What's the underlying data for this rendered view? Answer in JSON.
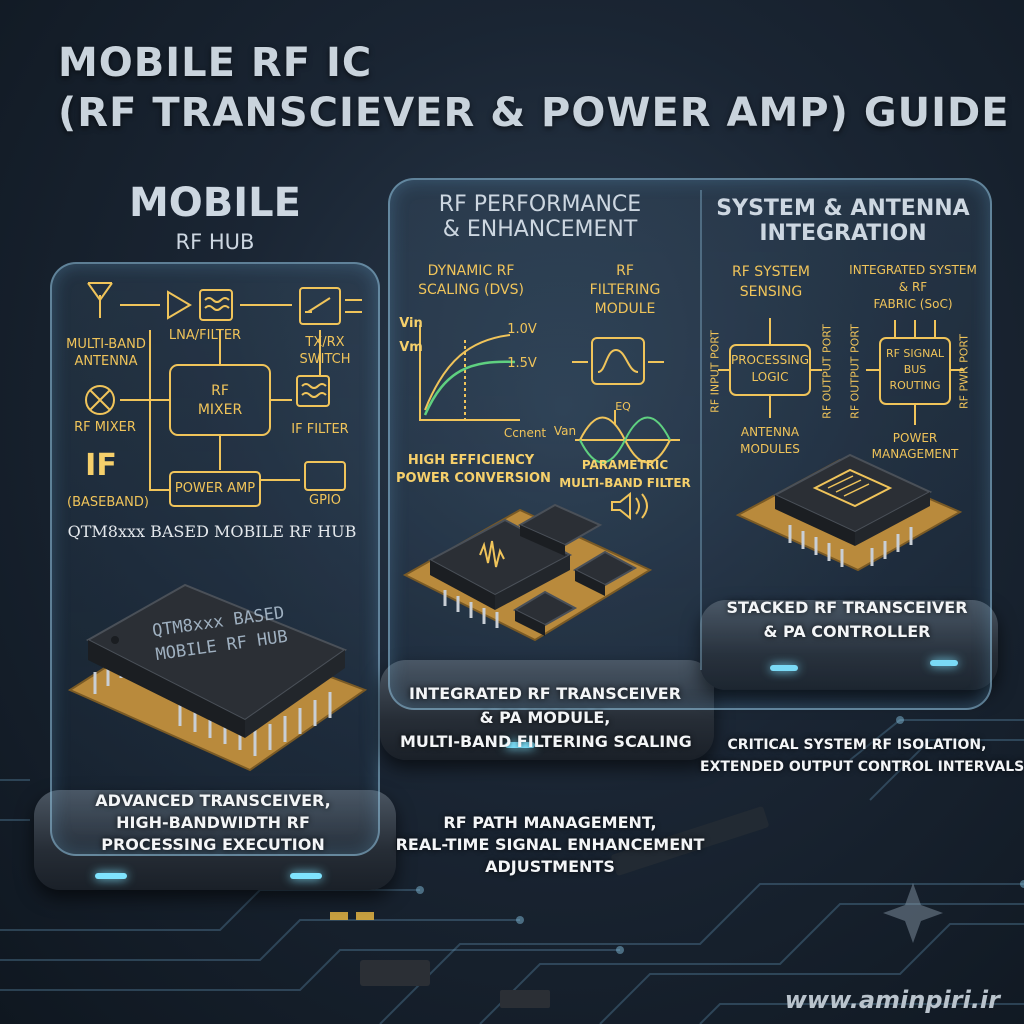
{
  "title": {
    "line1": "MOBILE RF IC",
    "line2": "(RF TRANSCIEVER & POWER AMP) GUIDE"
  },
  "panel_left": {
    "heading": "MOBILE",
    "subheading": "RF HUB",
    "blocks": {
      "antenna": "MULTI-BAND\nANTENNA",
      "lna": "LNA/FILTER",
      "switch": "TX/RX\nSWITCH",
      "mixer_center": "RF\nMIXER",
      "rf_mixer": "RF MIXER",
      "if_filter": "IF FILTER",
      "if": "IF",
      "baseband": "(BASEBAND)",
      "power_amp": "POWER AMP",
      "gpio": "GPIO"
    },
    "hub_label": "QTM8xxx BASED MOBILE RF HUB",
    "chip_label": "QTM8xxx BASED\nMOBILE RF HUB",
    "caption": "ADVANCED TRANSCEIVER,\nHIGH-BANDWIDTH RF\nPROCESSING EXECUTION"
  },
  "panel_mid": {
    "heading": "RF PERFORMANCE\n& ENHANCEMENT",
    "dvs": {
      "title": "DYNAMIC RF\nSCALING (DVS)",
      "y1": "Vin",
      "y2": "Vm",
      "v1": "1.0V",
      "v2": "1.5V",
      "x": "Ccnent",
      "caption": "HIGH EFFICIENCY\nPOWER CONVERSION"
    },
    "filter": {
      "title": "RF\nFILTERING\nMODULE",
      "eq": "EQ",
      "y": "Van",
      "caption": "PARAMETRIC\nMULTI-BAND FILTER"
    },
    "caption_top": "INTEGRATED RF TRANSCEIVER\n& PA MODULE,\nMULTI-BAND FILTERING SCALING",
    "caption_bottom": "RF PATH MANAGEMENT,\nREAL-TIME SIGNAL ENHANCEMENT\nADJUSTMENTS"
  },
  "panel_right": {
    "heading": "SYSTEM & ANTENNA\nINTEGRATION",
    "sensing": {
      "title": "RF SYSTEM\nSENSING",
      "box": "PROCESSING\nLOGIC",
      "in_port": "RF INPUT PORT",
      "out_port": "RF OUTPUT PORT",
      "bottom": "ANTENNA\nMODULES"
    },
    "fabric": {
      "title": "INTEGRATED SYSTEM\n& RF\nFABRIC (SoC)",
      "box": "RF SIGNAL\nBUS\nROUTING",
      "out_port": "RF OUTPUT PORT",
      "pwr_port": "RF PWR PORT",
      "bottom": "POWER\nMANAGEMENT"
    },
    "caption_top": "STACKED RF TRANSCEIVER\n& PA CONTROLLER",
    "caption_bottom": "CRITICAL SYSTEM RF ISOLATION,\nEXTENDED OUTPUT CONTROL INTERVALS"
  },
  "watermark": "www.aminpiri.ir",
  "colors": {
    "amber": "#f0c45a",
    "glow": "#7fe4ff",
    "chip": "#2b2f35",
    "pcb": "#b98a3c"
  }
}
